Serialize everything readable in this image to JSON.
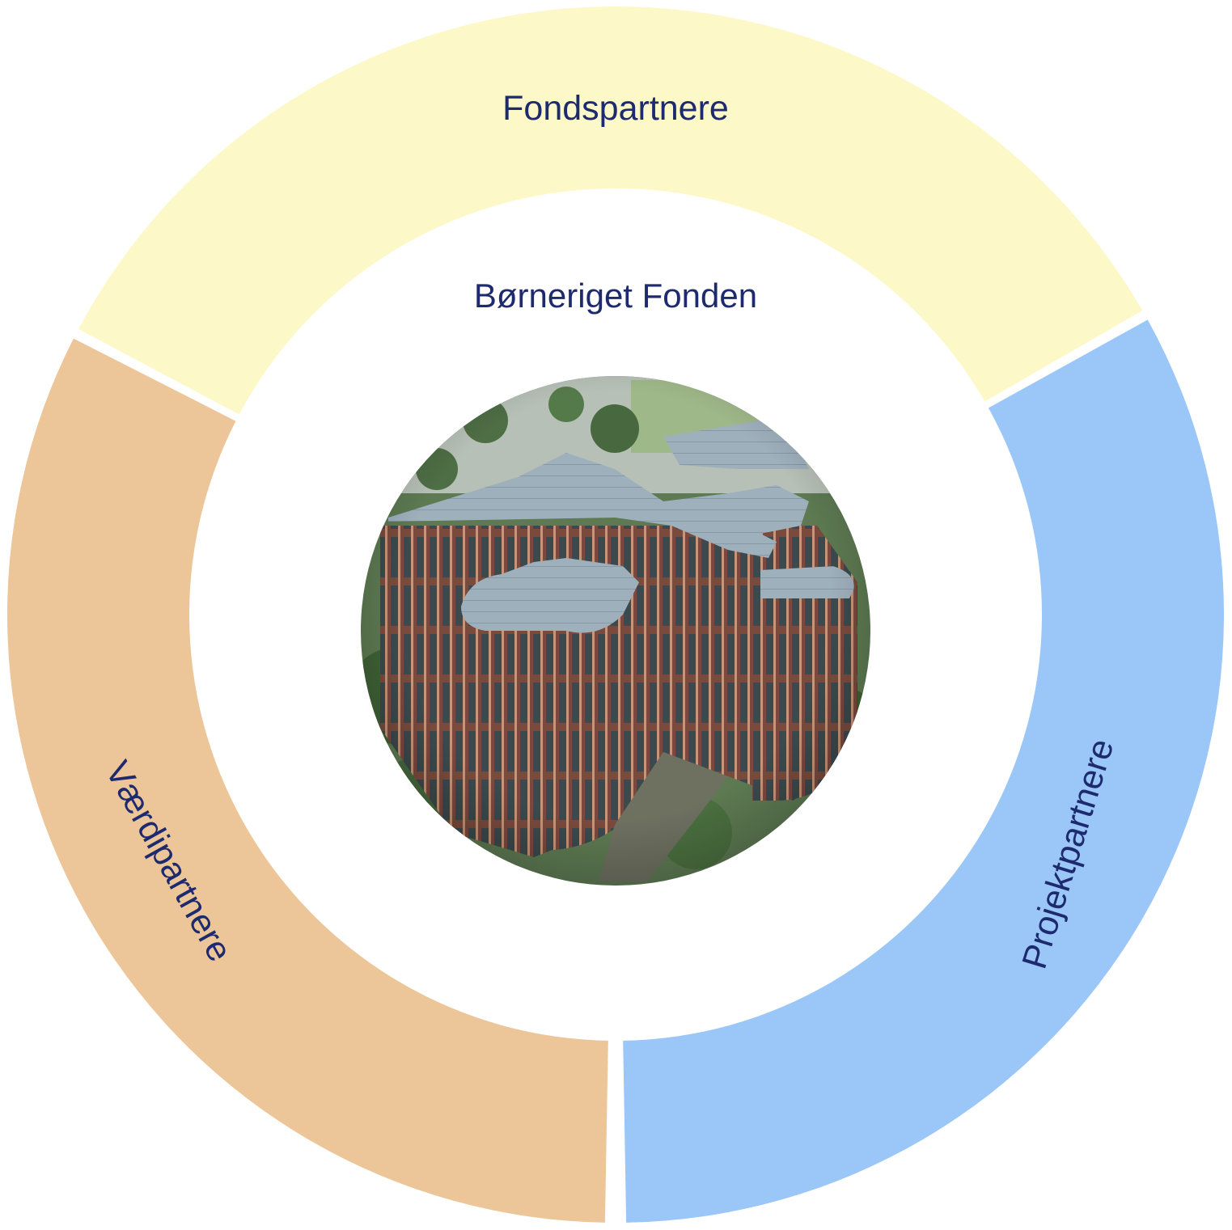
{
  "diagram": {
    "center_title": "Børneriget Fonden",
    "center_image": "building-photo",
    "segments": [
      {
        "id": "fond",
        "label": "Fondspartnere",
        "color": "#fdf8c8"
      },
      {
        "id": "projekt",
        "label": "Projektpartnere",
        "color": "#9ac6f8"
      },
      {
        "id": "vaerdi",
        "label": "Værdipartnere",
        "color": "#ecc598"
      }
    ],
    "text_color": "#1d2a6e"
  }
}
